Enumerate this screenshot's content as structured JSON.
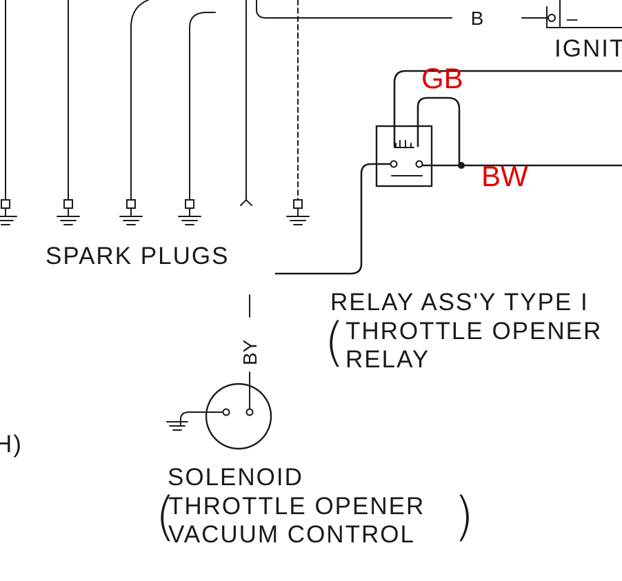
{
  "labels": {
    "spark_plugs": "SPARK PLUGS",
    "relay_line1": "RELAY ASS'Y TYPE I",
    "relay_line2": "THROTTLE OPENER",
    "relay_line3": "RELAY",
    "solenoid_line1": "SOLENOID",
    "solenoid_line2": "THROTTLE OPENER",
    "solenoid_line3": "VACUUM CONTROL",
    "ignition": "IGNIT",
    "wire_b": "B",
    "wire_by": "BY",
    "terminal_minus": "–",
    "fragment_left": "H)"
  },
  "annotations": {
    "gb": "GB",
    "bw": "BW",
    "color": "#e00000"
  }
}
